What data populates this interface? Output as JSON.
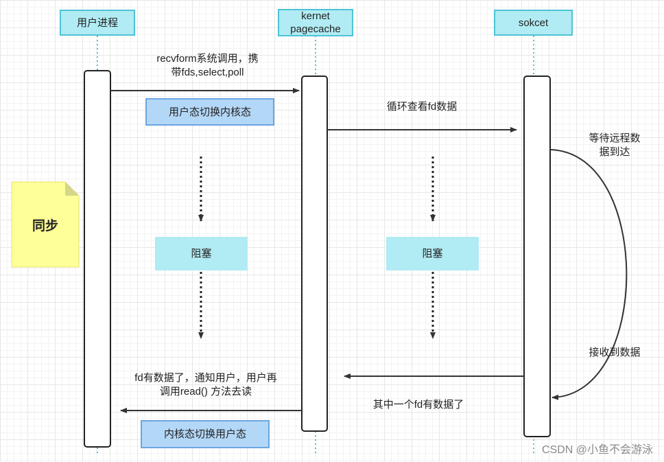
{
  "participants": {
    "user_process": "用户进程",
    "kernel_line1": "kernet",
    "kernel_line2": "pagecache",
    "socket": "sokcet"
  },
  "note": {
    "text": "同步"
  },
  "messages": {
    "syscall_line1": "recvform系统调用，携",
    "syscall_line2": "带fds,select,poll",
    "user_to_kernel_mode": "用户态切换内核态",
    "loop_check": "循环查看fd数据",
    "wait_line1": "等待远程数",
    "wait_line2": "据到达",
    "received": "接收到数据",
    "notify_line1": "fd有数据了，通知用户，用户再",
    "notify_line2": "调用read()  方法去读",
    "one_fd_ready": "其中一个fd有数据了",
    "kernel_to_user_mode": "内核态切换用户态"
  },
  "blocks": {
    "left": "阻塞",
    "right": "阻塞"
  },
  "watermark": "CSDN @小鱼不会游泳",
  "colors": {
    "header_fill": "#b1ebf3",
    "header_border": "#4dc3d6",
    "mode_fill": "#b3d7f7",
    "note_fill": "#ffff99"
  }
}
